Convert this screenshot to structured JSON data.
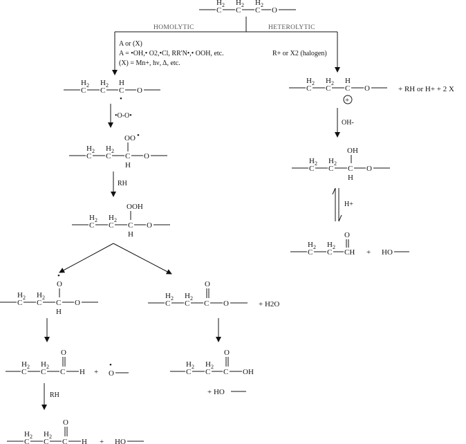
{
  "branches": {
    "homolytic": "HOMOLYTIC",
    "heterolytic": "HETEROLYTIC"
  },
  "atoms": {
    "C": "C",
    "O": "O",
    "H": "H",
    "H2": "H",
    "sub2": "2",
    "OO": "OO",
    "OH": "OH",
    "OOH": "OOH",
    "CH": "CH",
    "HO": "HO",
    "radical_dot": "•",
    "plus_circle": "+"
  },
  "conditions": {
    "homolytic_line1": "A or (X)",
    "homolytic_line2": "A = •OH,• O2,•Cl, RR'N•,• OOH, etc.",
    "homolytic_line3": "(X) = Mn+, hν, Δ, etc.",
    "heterolytic": "R+ or X2 (halogen)",
    "oxygen": "•O-O•",
    "rh": "RH",
    "hydroxide": "OH-",
    "proton": "H+"
  },
  "byproducts": {
    "cation_side": "+ RH or H+ + 2 X",
    "water": "+ H2O",
    "plus": "+",
    "ho_dash": "+ HO"
  }
}
